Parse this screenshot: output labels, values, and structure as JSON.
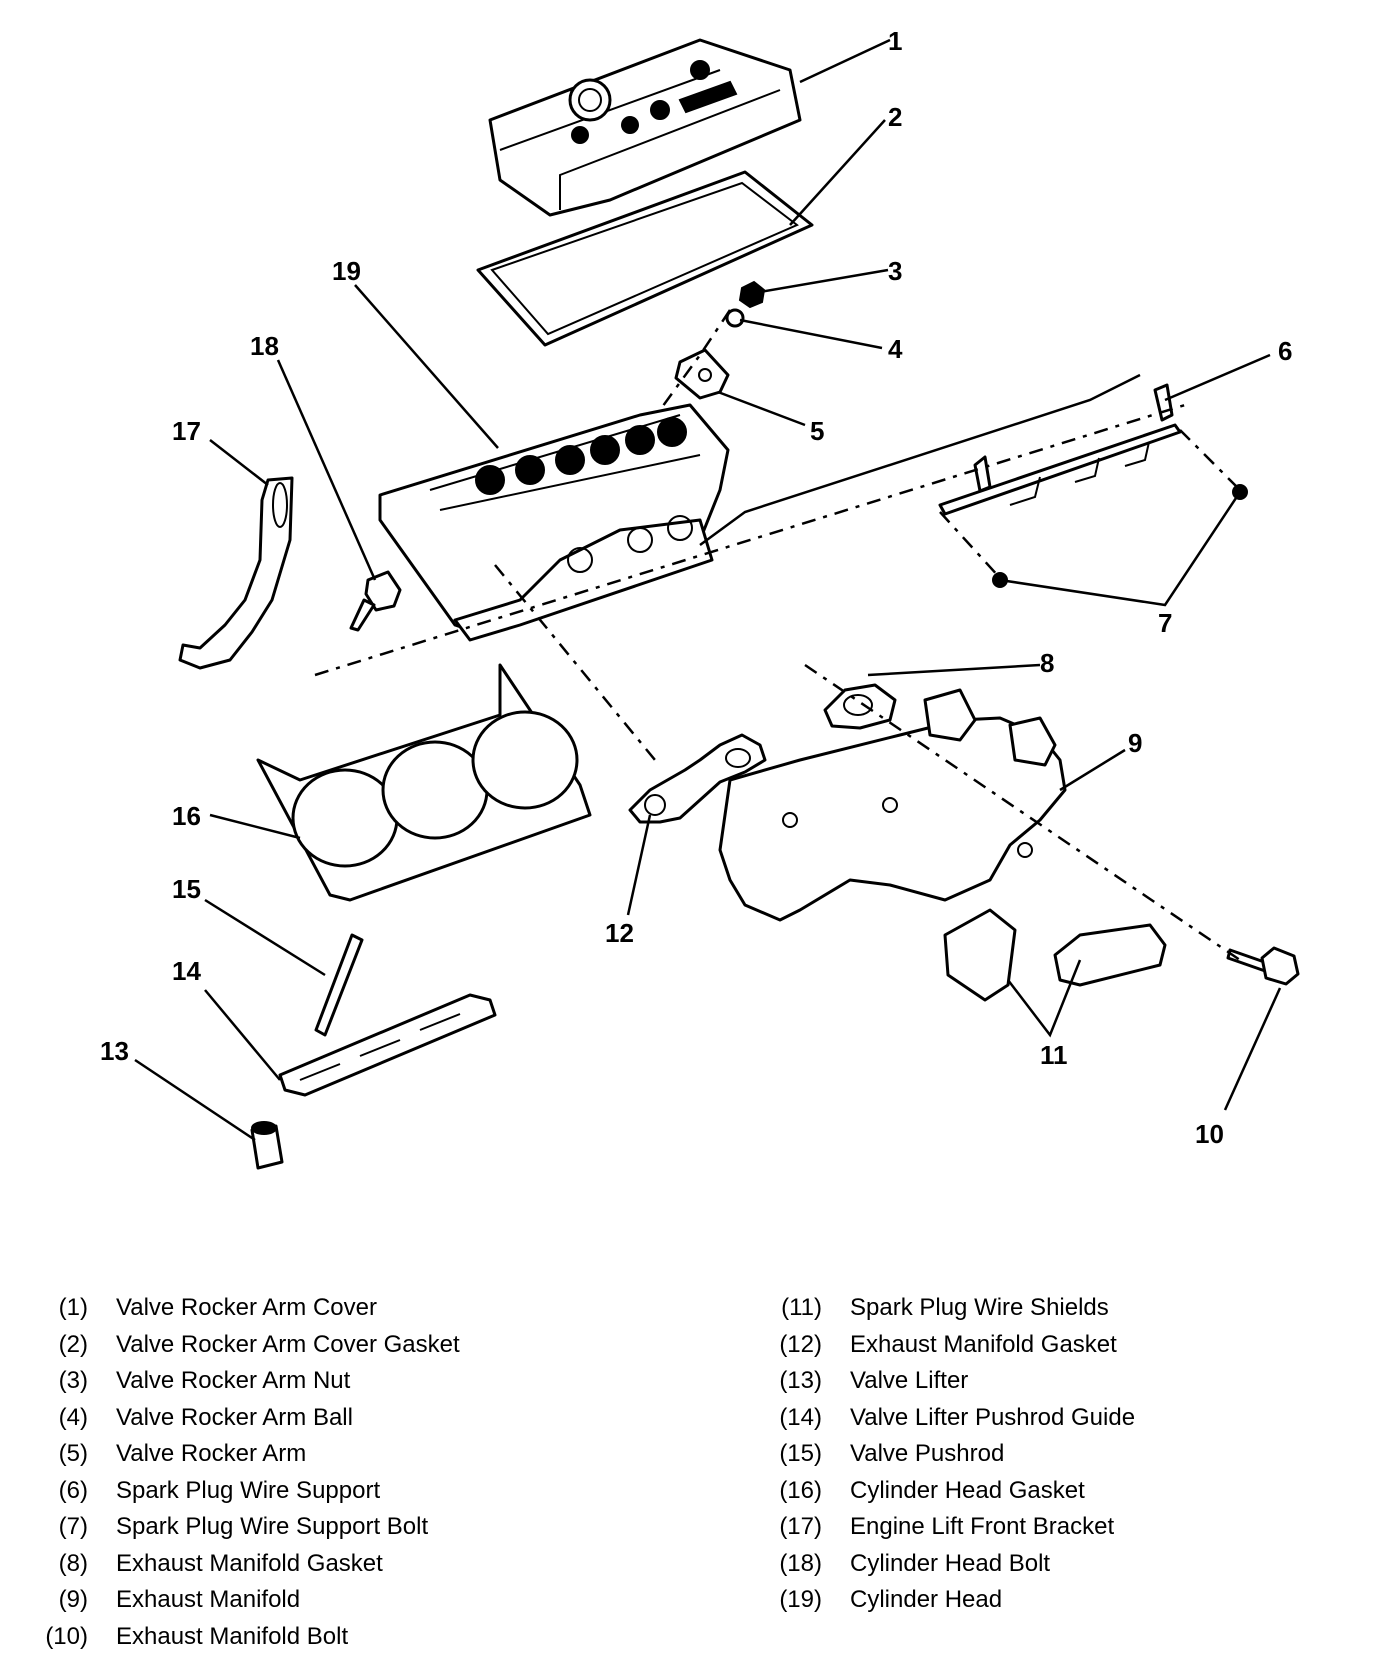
{
  "callouts": [
    "1",
    "2",
    "3",
    "4",
    "5",
    "6",
    "7",
    "8",
    "9",
    "10",
    "11",
    "12",
    "13",
    "14",
    "15",
    "16",
    "17",
    "18",
    "19"
  ],
  "legend_left": [
    {
      "num": "(1)",
      "label": "Valve Rocker Arm Cover"
    },
    {
      "num": "(2)",
      "label": "Valve Rocker Arm Cover Gasket"
    },
    {
      "num": "(3)",
      "label": "Valve Rocker Arm Nut"
    },
    {
      "num": "(4)",
      "label": "Valve Rocker Arm Ball"
    },
    {
      "num": "(5)",
      "label": "Valve Rocker Arm"
    },
    {
      "num": "(6)",
      "label": "Spark Plug Wire Support"
    },
    {
      "num": "(7)",
      "label": "Spark Plug Wire Support Bolt"
    },
    {
      "num": "(8)",
      "label": "Exhaust Manifold Gasket"
    },
    {
      "num": "(9)",
      "label": "Exhaust Manifold"
    },
    {
      "num": "(10)",
      "label": "Exhaust Manifold Bolt"
    }
  ],
  "legend_right": [
    {
      "num": "(11)",
      "label": "Spark Plug Wire Shields"
    },
    {
      "num": "(12)",
      "label": "Exhaust Manifold Gasket"
    },
    {
      "num": "(13)",
      "label": "Valve Lifter"
    },
    {
      "num": "(14)",
      "label": "Valve Lifter Pushrod Guide"
    },
    {
      "num": "(15)",
      "label": "Valve Pushrod"
    },
    {
      "num": "(16)",
      "label": "Cylinder Head Gasket"
    },
    {
      "num": "(17)",
      "label": "Engine Lift Front Bracket"
    },
    {
      "num": "(18)",
      "label": "Cylinder Head Bolt"
    },
    {
      "num": "(19)",
      "label": "Cylinder Head"
    }
  ]
}
